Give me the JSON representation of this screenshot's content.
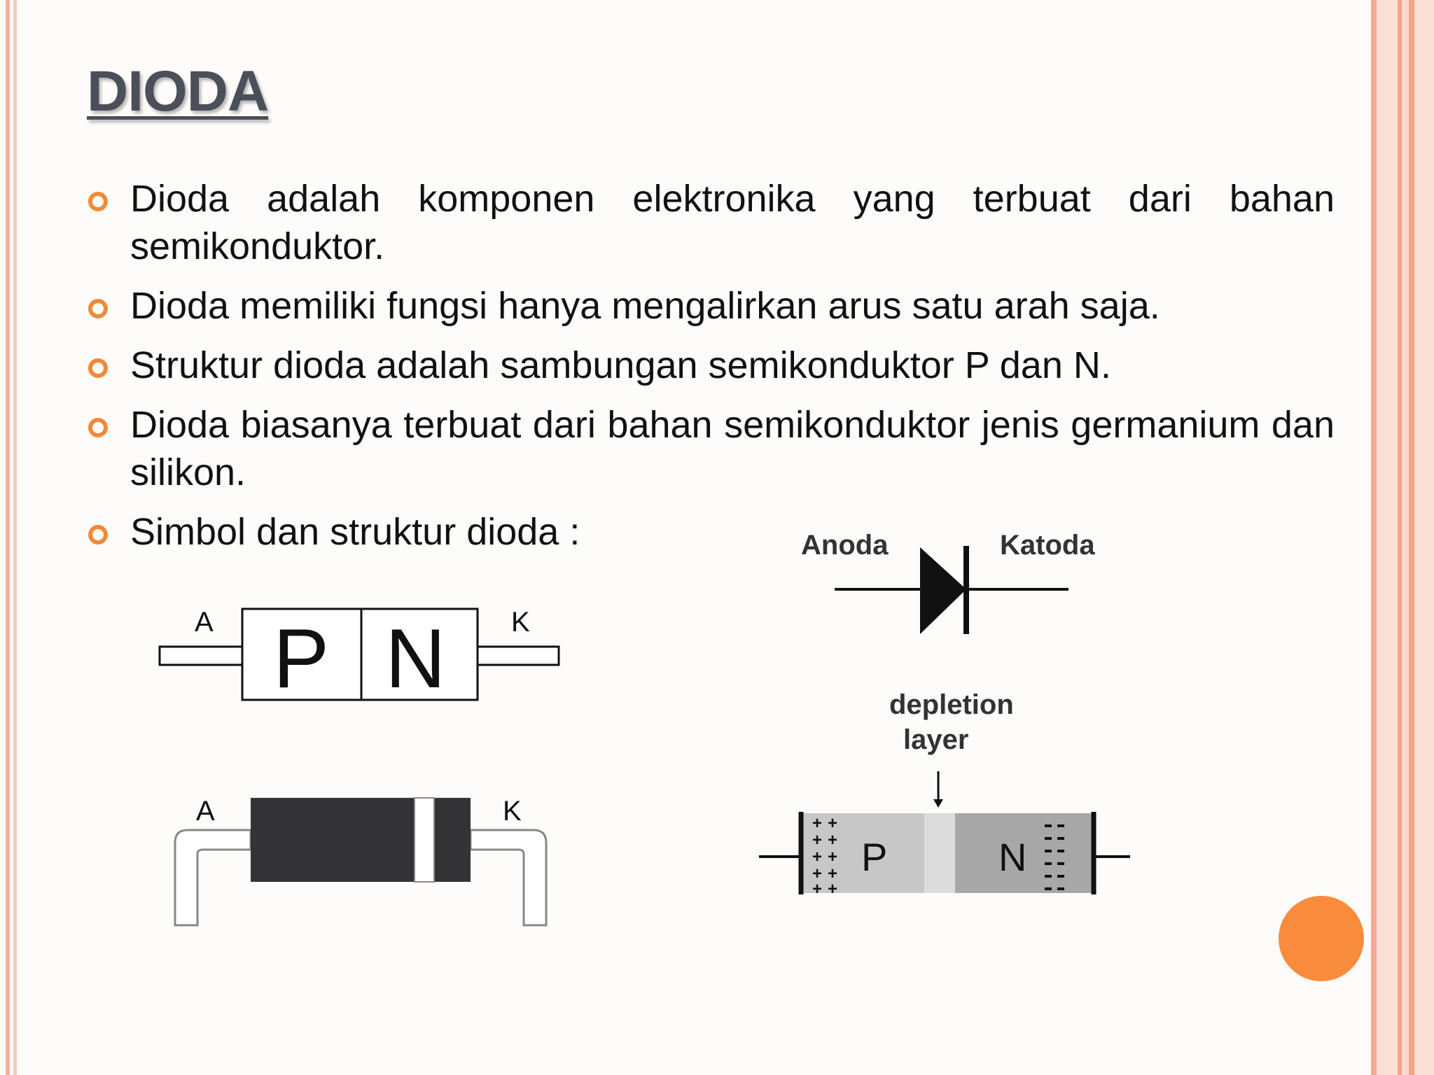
{
  "slide": {
    "title": "DIODA",
    "bullets": [
      "Dioda adalah komponen elektronika yang terbuat dari bahan semikonduktor.",
      "Dioda memiliki fungsi hanya mengalirkan arus satu arah saja.",
      "Struktur dioda adalah sambungan semikonduktor P dan N.",
      "Dioda biasanya terbuat dari bahan semikonduktor jenis germanium dan silikon.",
      "Simbol dan struktur dioda :"
    ]
  },
  "diagrams": {
    "pn_block": {
      "anode": "A",
      "cathode": "K",
      "p": "P",
      "n": "N"
    },
    "package": {
      "anode": "A",
      "cathode": "K"
    },
    "symbol": {
      "anode": "Anoda",
      "cathode": "Katoda"
    },
    "junction": {
      "depletion_line1": "depletion",
      "depletion_line2": "layer",
      "p": "P",
      "n": "N"
    }
  },
  "colors": {
    "bullet_marker": "#f08a38",
    "accent_dot": "#f98c3c",
    "title": "#4a4f5a"
  }
}
